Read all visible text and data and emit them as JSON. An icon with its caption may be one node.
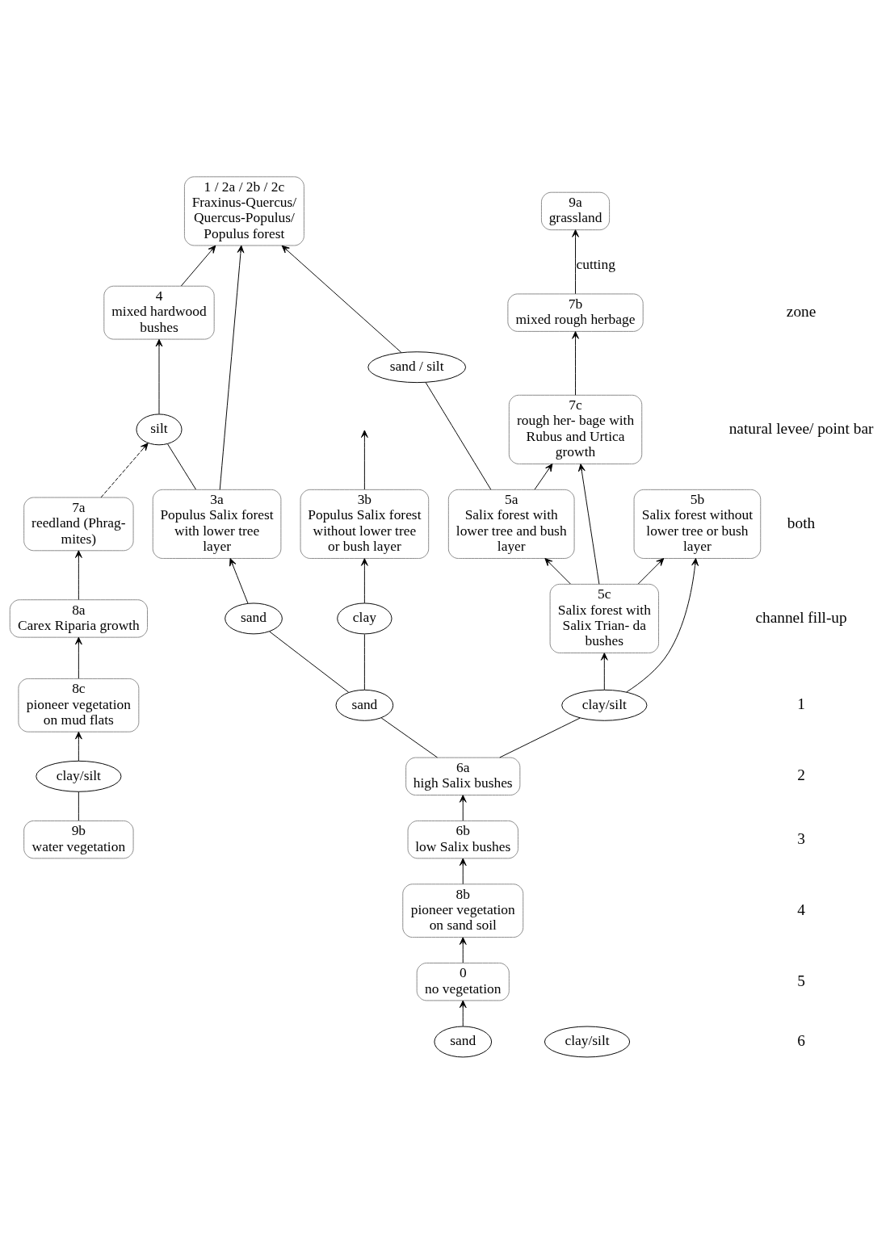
{
  "diagram": {
    "nodes": [
      {
        "text": [
          "1 / 2a / 2b / 2c",
          "Fraxinus-Quercus/ Quercus-Populus/ Populus forest"
        ]
      },
      {
        "text": [
          "sand / silt"
        ]
      },
      {
        "text": [
          "4",
          "mixed hardwood bushes"
        ]
      },
      {
        "text": [
          "silt"
        ]
      },
      {
        "text": [
          "3a",
          "Populus Salix forest with lower tree layer"
        ]
      },
      {
        "text": [
          "3b",
          "Populus Salix forest without lower tree or bush layer"
        ]
      },
      {
        "text": [
          "9a",
          "grassland"
        ]
      },
      {
        "text": [
          "sand"
        ]
      },
      {
        "text": [
          "clay"
        ]
      },
      {
        "text": [
          "5a",
          "Salix forest with lower tree and bush layer"
        ]
      },
      {
        "text": [
          "7c",
          "rough her- bage with Rubus and Urtica growth"
        ]
      },
      {
        "text": [
          "7b",
          "mixed rough herbage"
        ]
      },
      {
        "text": [
          "5c",
          "Salix forest with Salix Trian- da bushes"
        ]
      },
      {
        "text": [
          "5b",
          "Salix forest without lower tree or bush layer"
        ]
      },
      {
        "text": [
          "7a",
          "reedland (Phrag- mites)"
        ]
      },
      {
        "text": [
          "sand"
        ]
      },
      {
        "text": [
          "clay/silt"
        ]
      },
      {
        "text": [
          "6a",
          "high Salix bushes"
        ]
      },
      {
        "text": [
          "6b",
          "low Salix bushes"
        ]
      },
      {
        "text": [
          "8b",
          "pioneer vegetation on sand soil"
        ]
      },
      {
        "text": [
          "8a",
          "Carex Riparia growth"
        ]
      },
      {
        "text": [
          "0",
          "no vegetation"
        ]
      },
      {
        "text": [
          "clay/silt"
        ]
      },
      {
        "text": [
          "sand"
        ]
      },
      {
        "text": [
          "8c",
          "pioneer vegetation on mud flats"
        ]
      },
      {
        "text": [
          "clay/silt"
        ]
      },
      {
        "text": [
          "9b",
          "water vegetation"
        ]
      }
    ],
    "edges": [
      {
        "from": 2,
        "to": 0,
        "arrow": "to"
      },
      {
        "from": 1,
        "to": 0,
        "arrow": "to"
      },
      {
        "from": 4,
        "to": 3,
        "arrow": "none"
      },
      {
        "from": 3,
        "to": 2,
        "arrow": "to"
      },
      {
        "from": 4,
        "to": 0,
        "arrow": "to"
      },
      {
        "from": 5,
        "to": null,
        "arrow": "to"
      },
      {
        "from": 11,
        "to": 6,
        "arrow": "to",
        "label": "cutting"
      },
      {
        "from": 7,
        "to": 4,
        "arrow": "to"
      },
      {
        "from": 8,
        "to": 5,
        "arrow": "to"
      },
      {
        "from": 9,
        "to": 1,
        "arrow": "none"
      },
      {
        "from": 15,
        "to": 7,
        "arrow": "none"
      },
      {
        "from": 15,
        "to": 8,
        "arrow": "none"
      },
      {
        "from": 9,
        "to": 10,
        "arrow": "to"
      },
      {
        "from": 10,
        "to": 11,
        "arrow": "to"
      },
      {
        "from": 12,
        "to": 9,
        "arrow": "to"
      },
      {
        "from": 12,
        "to": 10,
        "arrow": "to"
      },
      {
        "from": 12,
        "to": 13,
        "arrow": "to"
      },
      {
        "from": 16,
        "to": 12,
        "arrow": "to"
      },
      {
        "from": 16,
        "to": 13,
        "arrow": "to"
      },
      {
        "from": 17,
        "to": 16,
        "arrow": "none"
      },
      {
        "from": 17,
        "to": 15,
        "arrow": "none"
      },
      {
        "from": 18,
        "to": 17,
        "arrow": "to"
      },
      {
        "from": 19,
        "to": 18,
        "arrow": "to"
      },
      {
        "from": 21,
        "to": 19,
        "arrow": "to"
      },
      {
        "from": 23,
        "to": 21,
        "arrow": "to"
      },
      {
        "from": 24,
        "to": 20,
        "arrow": "to"
      },
      {
        "from": 20,
        "to": 14,
        "arrow": "to"
      },
      {
        "from": 25,
        "to": 24,
        "arrow": "to"
      },
      {
        "from": 26,
        "to": 25,
        "arrow": "none"
      },
      {
        "from": 14,
        "to": 3,
        "arrow": "to",
        "style": "dashed"
      }
    ],
    "labels": [
      "zone",
      "natural levee/ point bar",
      "both",
      "channel fill-up",
      "1",
      "2",
      "3",
      "4",
      "5",
      "6"
    ]
  }
}
